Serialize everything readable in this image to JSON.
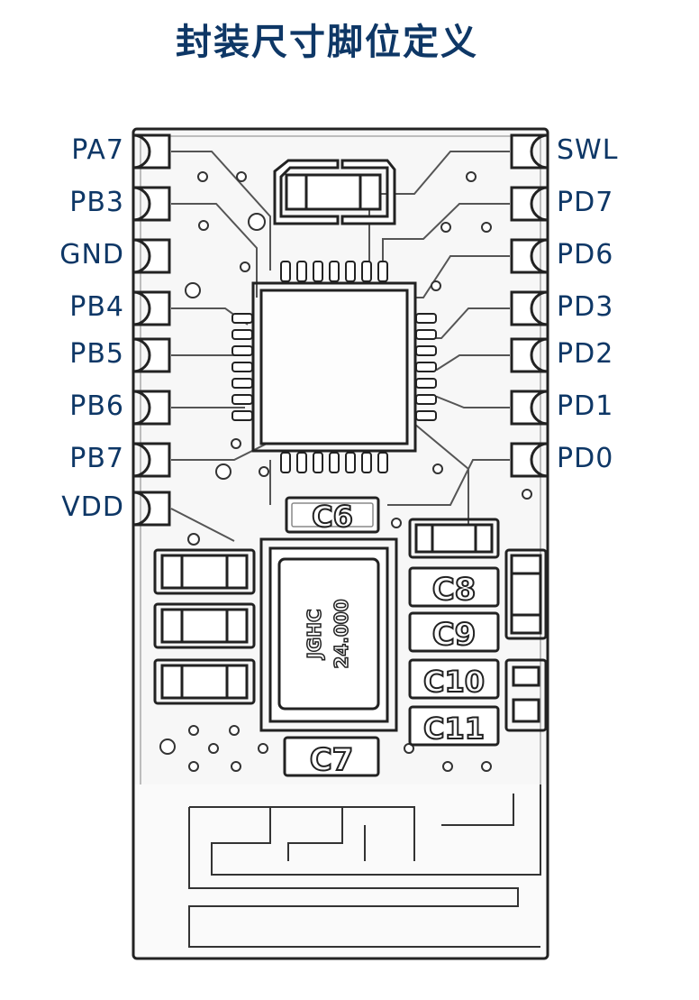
{
  "title": "封装尺寸脚位定义",
  "pins_left": [
    "PA7",
    "PB3",
    "GND",
    "PB4",
    "PB5",
    "PB6",
    "PB7",
    "VDD"
  ],
  "pins_right": [
    "SWL",
    "PD7",
    "PD6",
    "PD3",
    "PD2",
    "PD1",
    "PD0"
  ],
  "silkscreen": {
    "c6": "C6",
    "c7": "C7",
    "c8": "C8",
    "c9": "C9",
    "c10": "C10",
    "c11": "C11",
    "crystal_line1": "JGHC",
    "crystal_line2": "24.000"
  },
  "colors": {
    "label": "#0e3766",
    "outline": "#222222",
    "board": "#f7f7f7"
  }
}
